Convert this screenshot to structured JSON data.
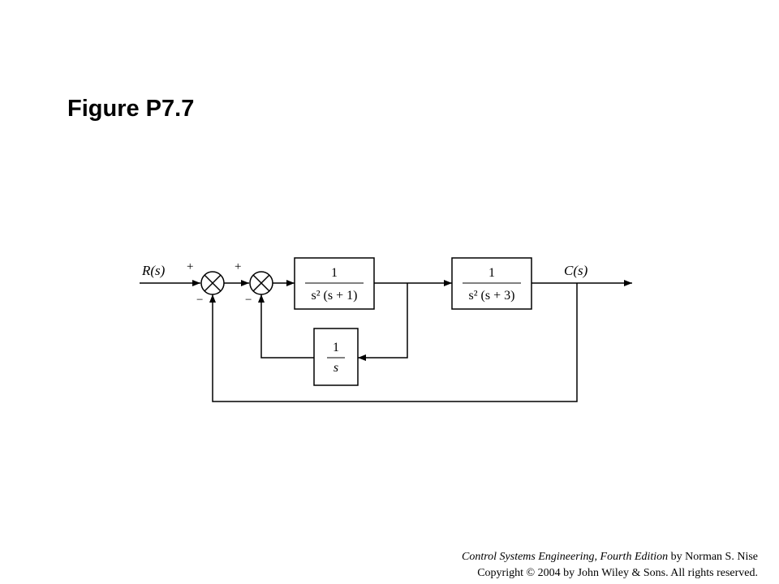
{
  "figure": {
    "title": "Figure P7.7"
  },
  "signals": {
    "input": "R(s)",
    "output": "C(s)"
  },
  "summing_junctions": [
    {
      "top_sign": "+",
      "bottom_sign": "−"
    },
    {
      "top_sign": "+",
      "bottom_sign": "−"
    }
  ],
  "blocks": {
    "g1": {
      "numerator": "1",
      "denominator": "s² (s + 1)"
    },
    "g2": {
      "numerator": "1",
      "denominator": "s² (s + 3)"
    },
    "h": {
      "numerator": "1",
      "denominator": "s"
    }
  },
  "credit": {
    "book": "Control Systems Engineering, Fourth Edition",
    "author_suffix": " by Norman S. Nise",
    "copyright": "Copyright © 2004 by John Wiley & Sons. All rights reserved."
  }
}
